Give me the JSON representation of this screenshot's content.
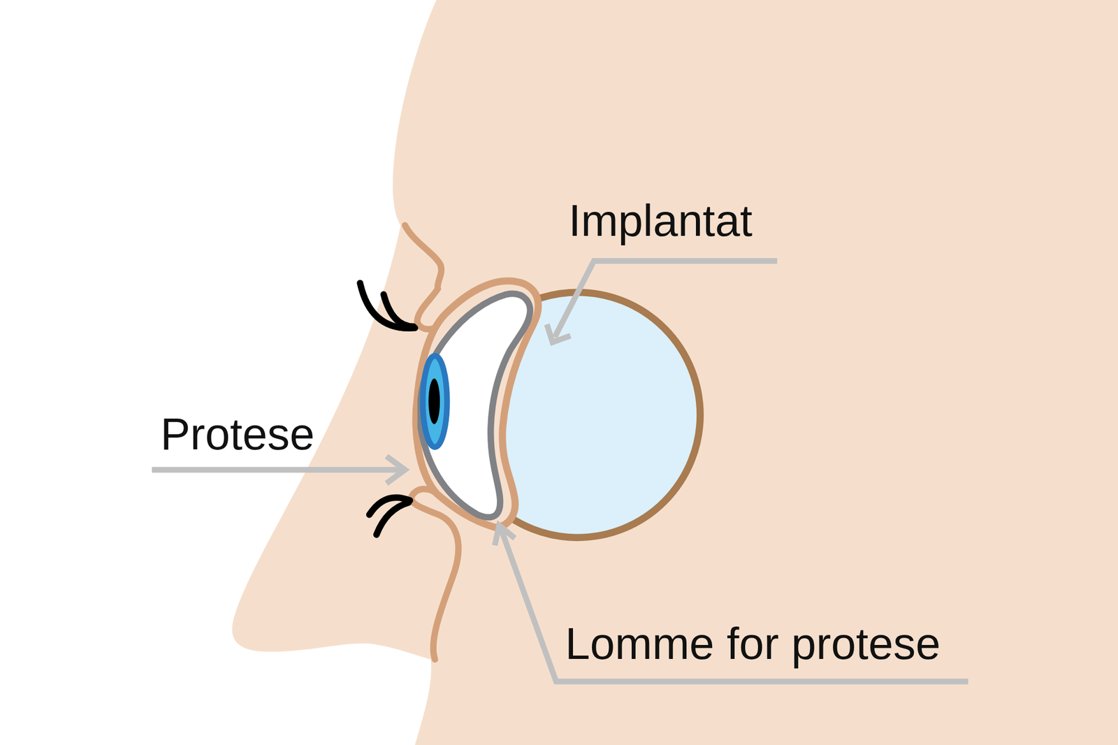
{
  "diagram": {
    "labels": [
      "Implantat",
      "Protese",
      "Lomme for protese"
    ]
  }
}
